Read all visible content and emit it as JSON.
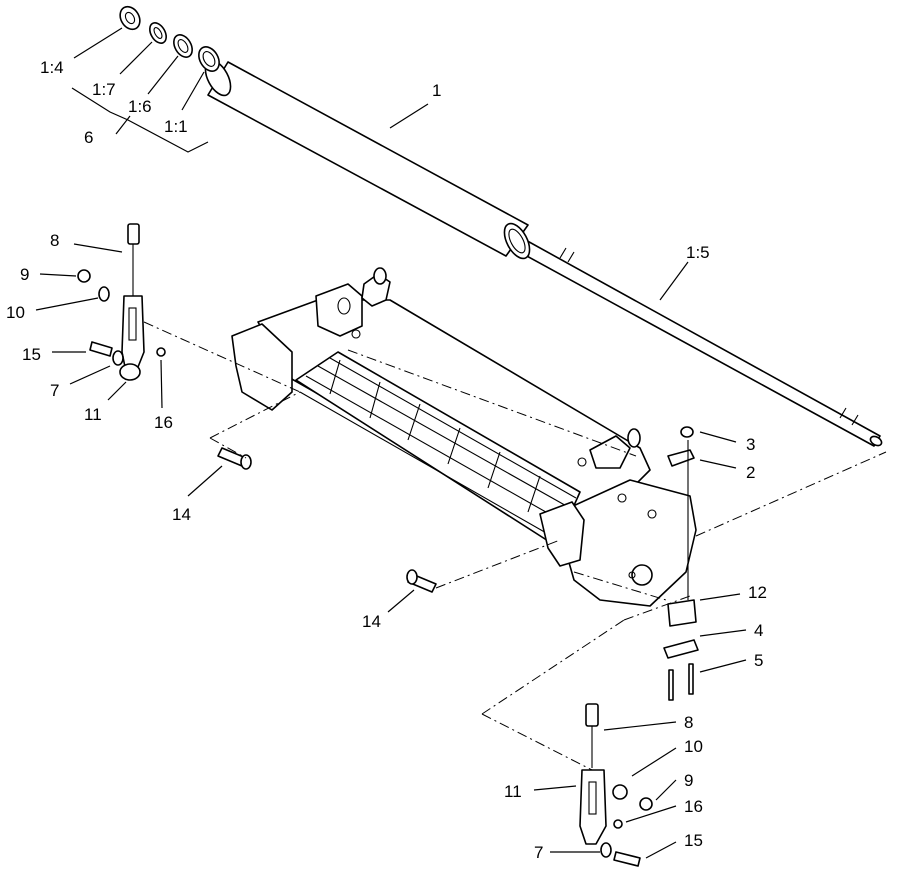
{
  "callouts": [
    {
      "id": "c-1-4",
      "text": "1:4"
    },
    {
      "id": "c-1-7",
      "text": "1:7"
    },
    {
      "id": "c-1-6",
      "text": "1:6"
    },
    {
      "id": "c-1-1",
      "text": "1:1"
    },
    {
      "id": "c-6",
      "text": "6"
    },
    {
      "id": "c-1",
      "text": "1"
    },
    {
      "id": "c-1-5",
      "text": "1:5"
    },
    {
      "id": "c-8a",
      "text": "8"
    },
    {
      "id": "c-9a",
      "text": "9"
    },
    {
      "id": "c-10a",
      "text": "10"
    },
    {
      "id": "c-15a",
      "text": "15"
    },
    {
      "id": "c-7a",
      "text": "7"
    },
    {
      "id": "c-11a",
      "text": "11"
    },
    {
      "id": "c-16a",
      "text": "16"
    },
    {
      "id": "c-14a",
      "text": "14"
    },
    {
      "id": "c-3",
      "text": "3"
    },
    {
      "id": "c-2",
      "text": "2"
    },
    {
      "id": "c-14b",
      "text": "14"
    },
    {
      "id": "c-12",
      "text": "12"
    },
    {
      "id": "c-4",
      "text": "4"
    },
    {
      "id": "c-5",
      "text": "5"
    },
    {
      "id": "c-8b",
      "text": "8"
    },
    {
      "id": "c-10b",
      "text": "10"
    },
    {
      "id": "c-11b",
      "text": "11"
    },
    {
      "id": "c-9b",
      "text": "9"
    },
    {
      "id": "c-16b",
      "text": "16"
    },
    {
      "id": "c-7b",
      "text": "7"
    },
    {
      "id": "c-15b",
      "text": "15"
    }
  ]
}
